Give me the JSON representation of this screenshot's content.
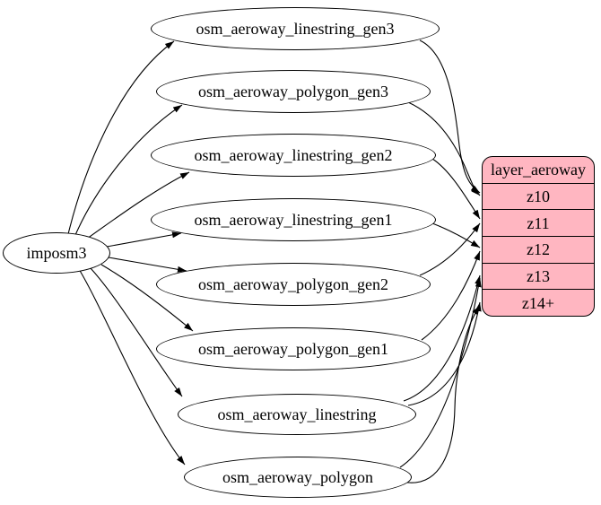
{
  "diagram": {
    "source": {
      "label": "imposm3"
    },
    "tables": [
      {
        "id": "osm_aeroway_linestring_gen3",
        "label": "osm_aeroway_linestring_gen3"
      },
      {
        "id": "osm_aeroway_polygon_gen3",
        "label": "osm_aeroway_polygon_gen3"
      },
      {
        "id": "osm_aeroway_linestring_gen2",
        "label": "osm_aeroway_linestring_gen2"
      },
      {
        "id": "osm_aeroway_linestring_gen1",
        "label": "osm_aeroway_linestring_gen1"
      },
      {
        "id": "osm_aeroway_polygon_gen2",
        "label": "osm_aeroway_polygon_gen2"
      },
      {
        "id": "osm_aeroway_polygon_gen1",
        "label": "osm_aeroway_polygon_gen1"
      },
      {
        "id": "osm_aeroway_linestring",
        "label": "osm_aeroway_linestring"
      },
      {
        "id": "osm_aeroway_polygon",
        "label": "osm_aeroway_polygon"
      }
    ],
    "layer": {
      "title": "layer_aeroway",
      "rows": [
        "z10",
        "z11",
        "z12",
        "z13",
        "z14+"
      ]
    },
    "edges": [
      {
        "from": "imposm3",
        "to": "osm_aeroway_linestring_gen3"
      },
      {
        "from": "imposm3",
        "to": "osm_aeroway_polygon_gen3"
      },
      {
        "from": "imposm3",
        "to": "osm_aeroway_linestring_gen2"
      },
      {
        "from": "imposm3",
        "to": "osm_aeroway_linestring_gen1"
      },
      {
        "from": "imposm3",
        "to": "osm_aeroway_polygon_gen2"
      },
      {
        "from": "imposm3",
        "to": "osm_aeroway_polygon_gen1"
      },
      {
        "from": "imposm3",
        "to": "osm_aeroway_linestring"
      },
      {
        "from": "imposm3",
        "to": "osm_aeroway_polygon"
      },
      {
        "from": "osm_aeroway_linestring_gen3",
        "to": "z10"
      },
      {
        "from": "osm_aeroway_polygon_gen3",
        "to": "z10"
      },
      {
        "from": "osm_aeroway_linestring_gen2",
        "to": "z11"
      },
      {
        "from": "osm_aeroway_polygon_gen2",
        "to": "z11"
      },
      {
        "from": "osm_aeroway_linestring_gen1",
        "to": "z12"
      },
      {
        "from": "osm_aeroway_polygon_gen1",
        "to": "z12"
      },
      {
        "from": "osm_aeroway_linestring",
        "to": "z13"
      },
      {
        "from": "osm_aeroway_polygon",
        "to": "z13"
      },
      {
        "from": "osm_aeroway_linestring",
        "to": "z14+"
      },
      {
        "from": "osm_aeroway_polygon",
        "to": "z14+"
      }
    ],
    "colors": {
      "node_fill": "#ffffff",
      "layer_fill": "#ffb6c1",
      "stroke": "#000000"
    }
  }
}
